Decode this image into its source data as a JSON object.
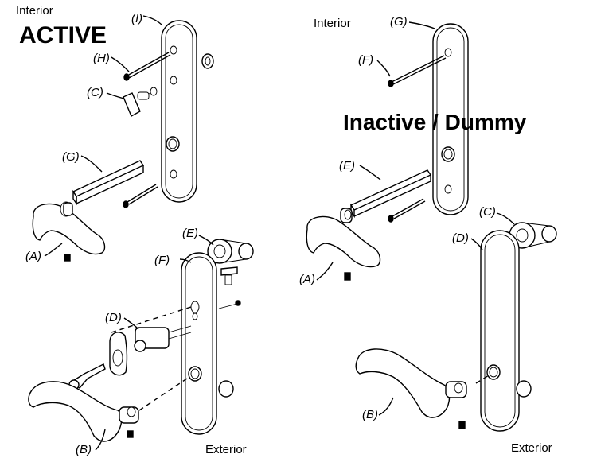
{
  "active": {
    "interior_label": "Interior",
    "title": "ACTIVE",
    "exterior_label": "Exterior",
    "parts": {
      "I": "(I)",
      "H": "(H)",
      "C": "(C)",
      "G": "(G)",
      "A": "(A)",
      "E": "(E)",
      "F": "(F)",
      "D": "(D)",
      "B": "(B)"
    }
  },
  "inactive": {
    "interior_label": "Interior",
    "title": "Inactive / Dummy",
    "exterior_label": "Exterior",
    "parts": {
      "G": "(G)",
      "F": "(F)",
      "E": "(E)",
      "C": "(C)",
      "D": "(D)",
      "A": "(A)",
      "B": "(B)"
    }
  }
}
